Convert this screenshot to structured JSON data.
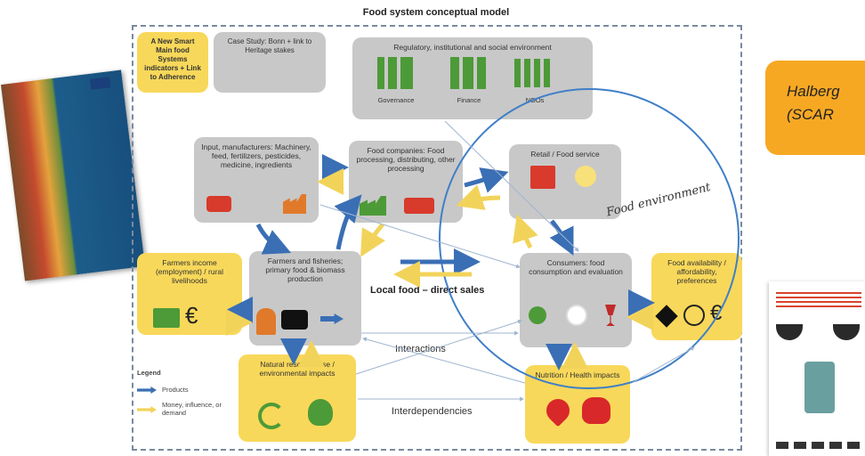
{
  "page_title": "Food system conceptual model",
  "note_yellow": "A New Smart Main food Systems indicators + Link to Adherence",
  "note_grey": "Case Study: Bonn + link to Heritage stakes",
  "regulatory": {
    "title": "Regulatory, institutional and social environment",
    "labels": [
      "Governance",
      "Finance",
      "NGOs"
    ]
  },
  "inputs_box": "Input, manufacturers: Machinery, feed, fertilizers, pesticides, medicine, ingredients",
  "food_companies": "Food companies: Food processing, distributing, other processing",
  "retail": "Retail / Food service",
  "farmers_income": "Farmers income (employment) / rural livelihoods",
  "farmers_fisheries": "Farmers and fisheries; primary food & biomass production",
  "consumers": "Consumers: food consumption and evaluation",
  "food_availability": "Food availability / affordability, preferences",
  "natural_resources": "Natural resource use / environmental impacts",
  "nutrition": "Nutrition / Health impacts",
  "food_environment": "Food environment",
  "local_food": "Local food – direct sales",
  "interactions": "Interactions",
  "interdependencies": "Interdependencies",
  "legend": {
    "title": "Legend",
    "products": "Products",
    "money": "Money, influence, or demand"
  },
  "euro": "€",
  "halberg": "Halberg",
  "scar": "(SCAR",
  "colors": {
    "blue_arrow": "#3a6fb5",
    "yellow_arrow": "#f2d35a",
    "circle": "#3f7fc7",
    "grey_box": "#c8c8c8",
    "yellow_box": "#f8d85a",
    "orange": "#f7a823"
  }
}
